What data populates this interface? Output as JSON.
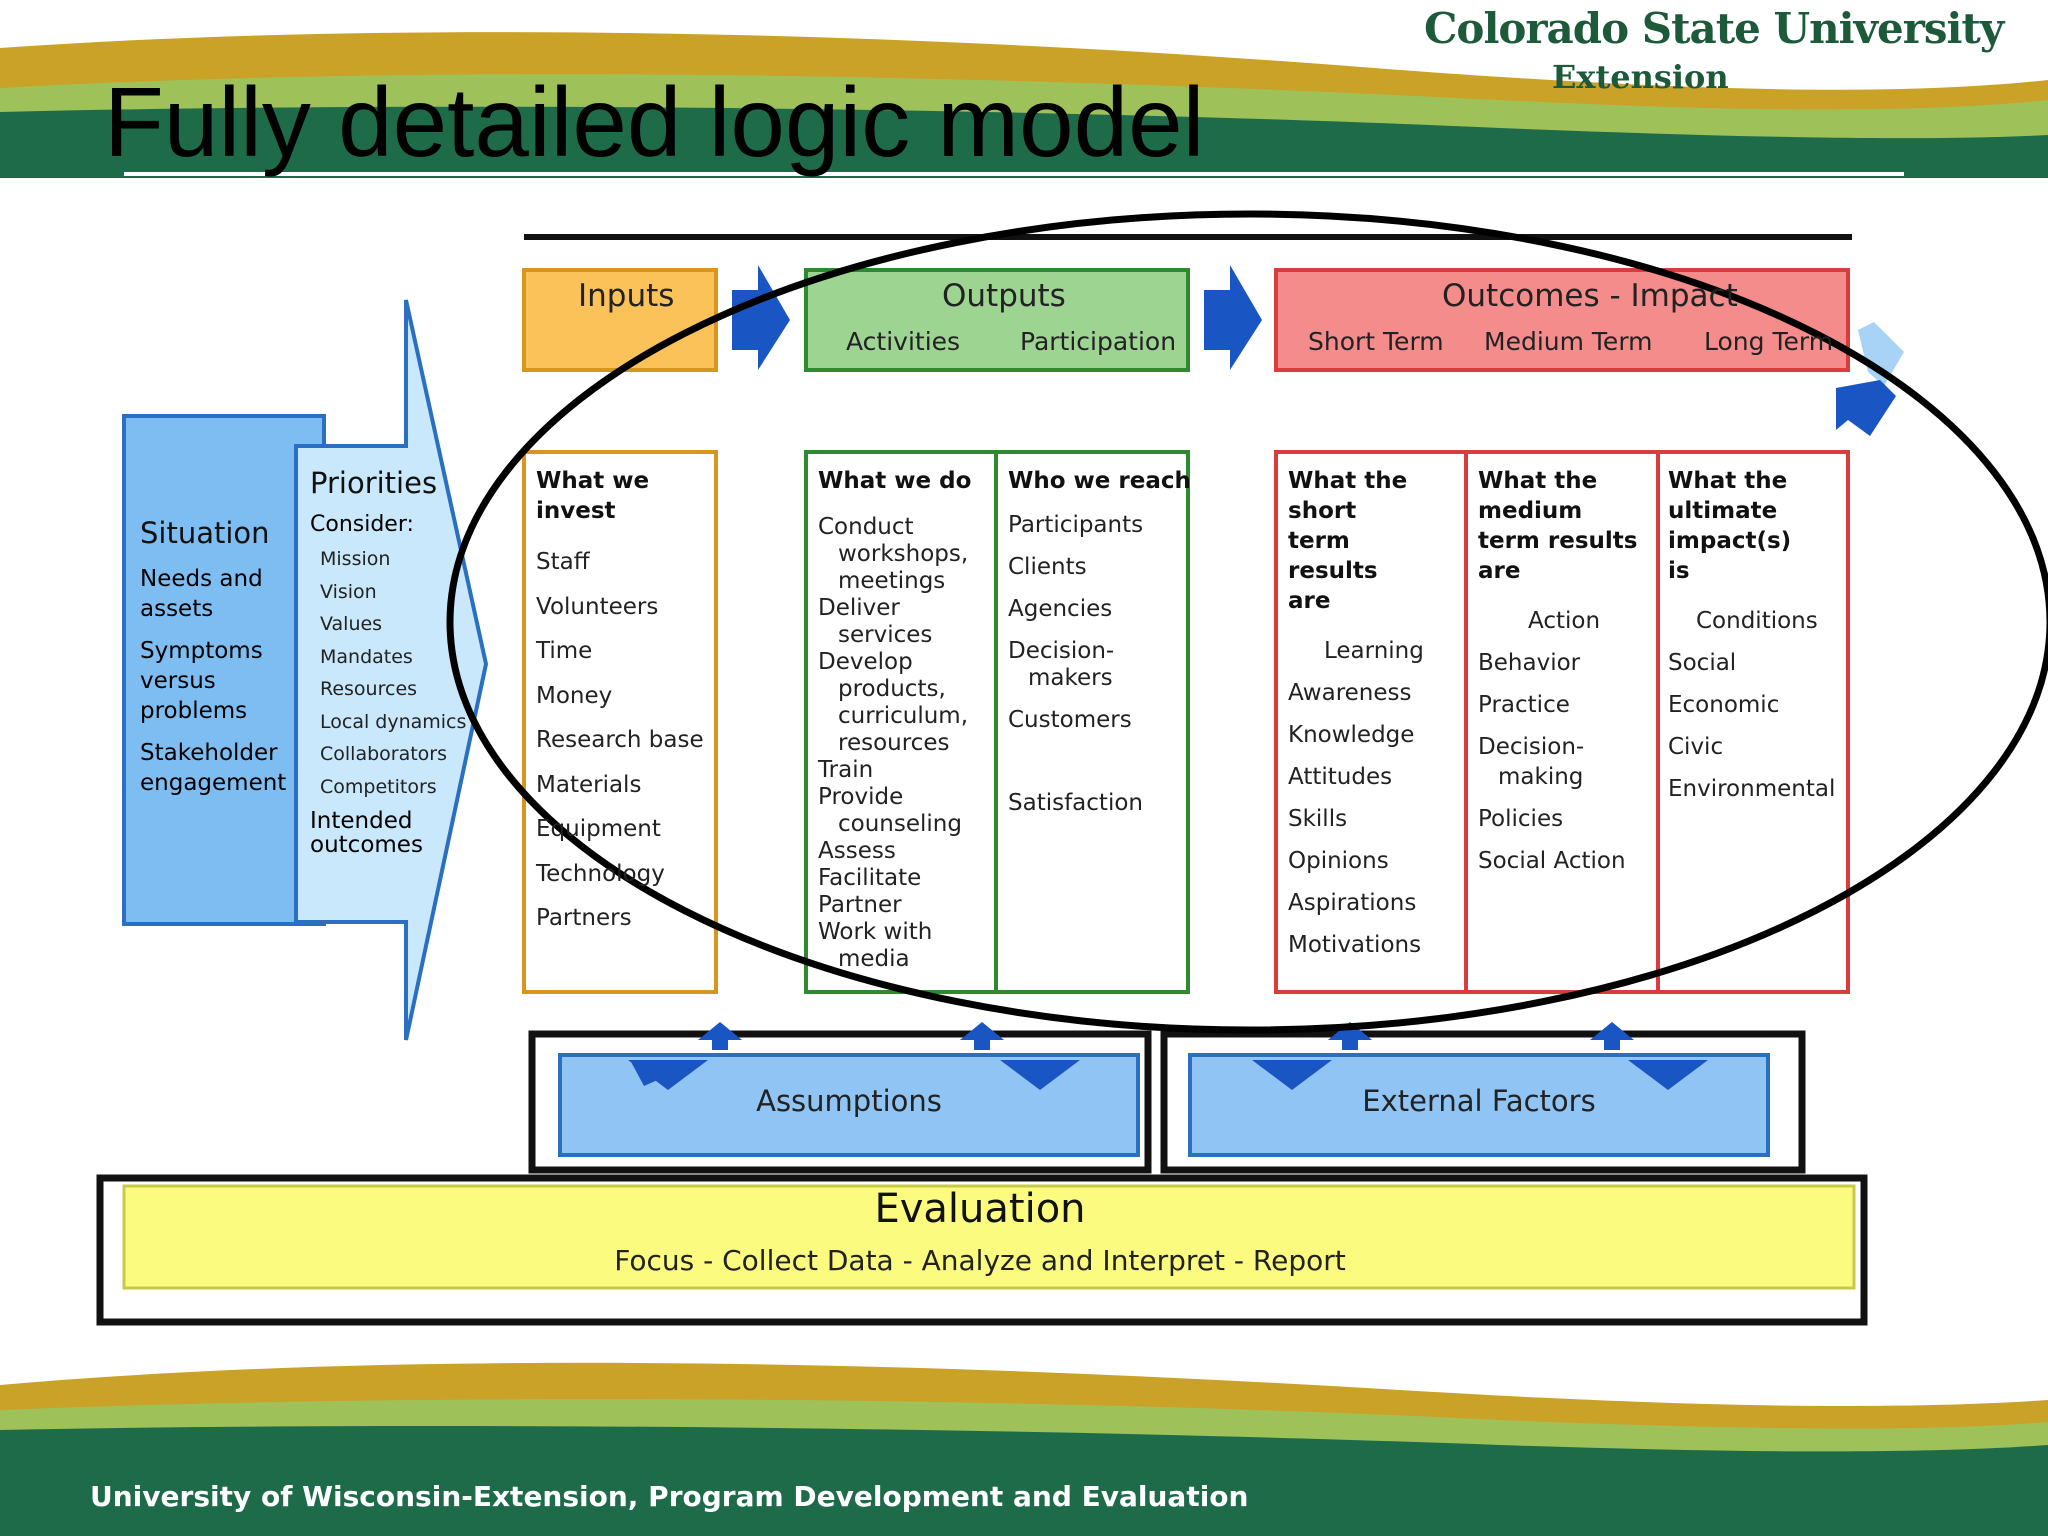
{
  "slide": {
    "title": "Fully detailed logic model",
    "logo_line1": "Colorado State University",
    "logo_line2": "Extension",
    "footer": "University of Wisconsin-Extension, Program Development and Evaluation"
  },
  "situation": {
    "title": "Situation",
    "items": [
      "Needs and assets",
      "Symptoms versus problems",
      "Stakeholder engagement"
    ]
  },
  "priorities": {
    "title": "Priorities",
    "consider": "Consider:",
    "items": [
      "Mission",
      "Vision",
      "Values",
      "Mandates",
      "Resources",
      "Local dynamics",
      "Collaborators",
      "Competitors"
    ],
    "intended": "Intended outcomes"
  },
  "headers": {
    "inputs": "Inputs",
    "outputs": "Outputs",
    "activities": "Activities",
    "participation": "Participation",
    "outcomes": "Outcomes - Impact",
    "short_term": "Short Term",
    "medium_term": "Medium Term",
    "long_term": "Long Term"
  },
  "columns": {
    "inputs": {
      "head": "What we invest",
      "items": [
        "Staff",
        "Volunteers",
        "Time",
        "Money",
        "Research base",
        "Materials",
        "Equipment",
        "Technology",
        "Partners"
      ]
    },
    "activities": {
      "head": "What we do",
      "items": [
        "Conduct workshops, meetings",
        "Deliver services",
        "Develop products, curriculum, resources",
        "Train",
        "Provide counseling",
        "Assess",
        "Facilitate",
        "Partner",
        "Work with media"
      ]
    },
    "participation": {
      "head": "Who we reach",
      "items": [
        "Participants",
        "Clients",
        "Agencies",
        "Decision-makers",
        "Customers",
        "Satisfaction"
      ]
    },
    "short": {
      "head": "What the short term results are",
      "lead": "Learning",
      "items": [
        "Awareness",
        "Knowledge",
        "Attitudes",
        "Skills",
        "Opinions",
        "Aspirations",
        "Motivations"
      ]
    },
    "medium": {
      "head": "What the medium term results are",
      "lead": "Action",
      "items": [
        "Behavior",
        "Practice",
        "Decision-making",
        "Policies",
        "Social Action"
      ]
    },
    "long": {
      "head": "What the ultimate impact(s) is",
      "lead": "Conditions",
      "items": [
        "Social",
        "Economic",
        "Civic",
        "Environmental"
      ]
    }
  },
  "assumptions": "Assumptions",
  "external_factors": "External Factors",
  "evaluation": {
    "title": "Evaluation",
    "subtitle": "Focus - Collect Data - Analyze and Interpret - Report"
  },
  "colors": {
    "green_dark": "#1e6b4a",
    "gold": "#b8860b",
    "inputs_fill": "#fbc25a",
    "outputs_fill": "#9dd492",
    "outcomes_fill": "#f48c8c",
    "blue_fill": "#8fc4f4",
    "evaluation_fill": "#fafb7f"
  }
}
